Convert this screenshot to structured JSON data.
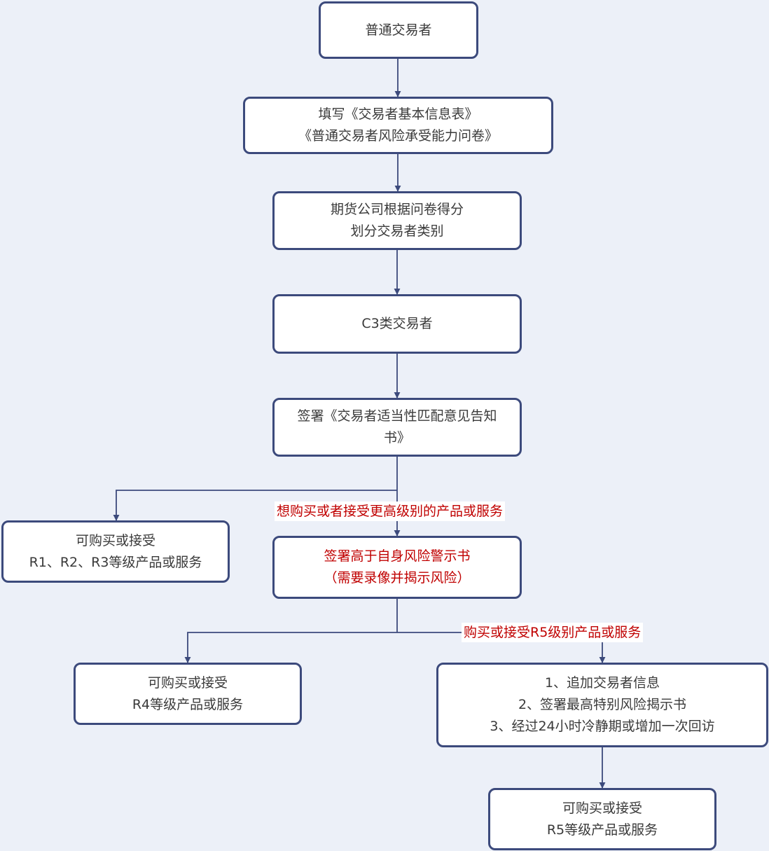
{
  "colors": {
    "background": "#ecf0f8",
    "node_border": "#3c4a7c",
    "node_fill": "#ffffff",
    "text": "#3a3a3a",
    "highlight": "#c00000"
  },
  "nodes": {
    "start": {
      "lines": [
        "普通交易者"
      ]
    },
    "fill_forms": {
      "lines": [
        "填写《交易者基本信息表》",
        "《普通交易者风险承受能力问卷》"
      ]
    },
    "classify": {
      "lines": [
        "期货公司根据问卷得分",
        "划分交易者类别"
      ]
    },
    "c3": {
      "lines": [
        "C3类交易者"
      ]
    },
    "sign_notice": {
      "lines": [
        "签署《交易者适当性匹配意见告知",
        "书》"
      ]
    },
    "buy_r1_r3": {
      "lines": [
        "可购买或接受",
        "R1、R2、R3等级产品或服务"
      ]
    },
    "sign_warning": {
      "lines": [
        "签署高于自身风险警示书",
        "（需要录像并揭示风险）"
      ]
    },
    "buy_r4": {
      "lines": [
        "可购买或接受",
        "R4等级产品或服务"
      ]
    },
    "r5_steps": {
      "lines": [
        "1、追加交易者信息",
        "2、签署最高特别风险揭示书",
        "3、经过24小时冷静期或增加一次回访"
      ]
    },
    "buy_r5": {
      "lines": [
        "可购买或接受",
        "R5等级产品或服务"
      ]
    }
  },
  "edge_labels": {
    "higher_level": "想购买或者接受更高级别的产品或服务",
    "r5_level": "购买或接受R5级别产品或服务"
  }
}
